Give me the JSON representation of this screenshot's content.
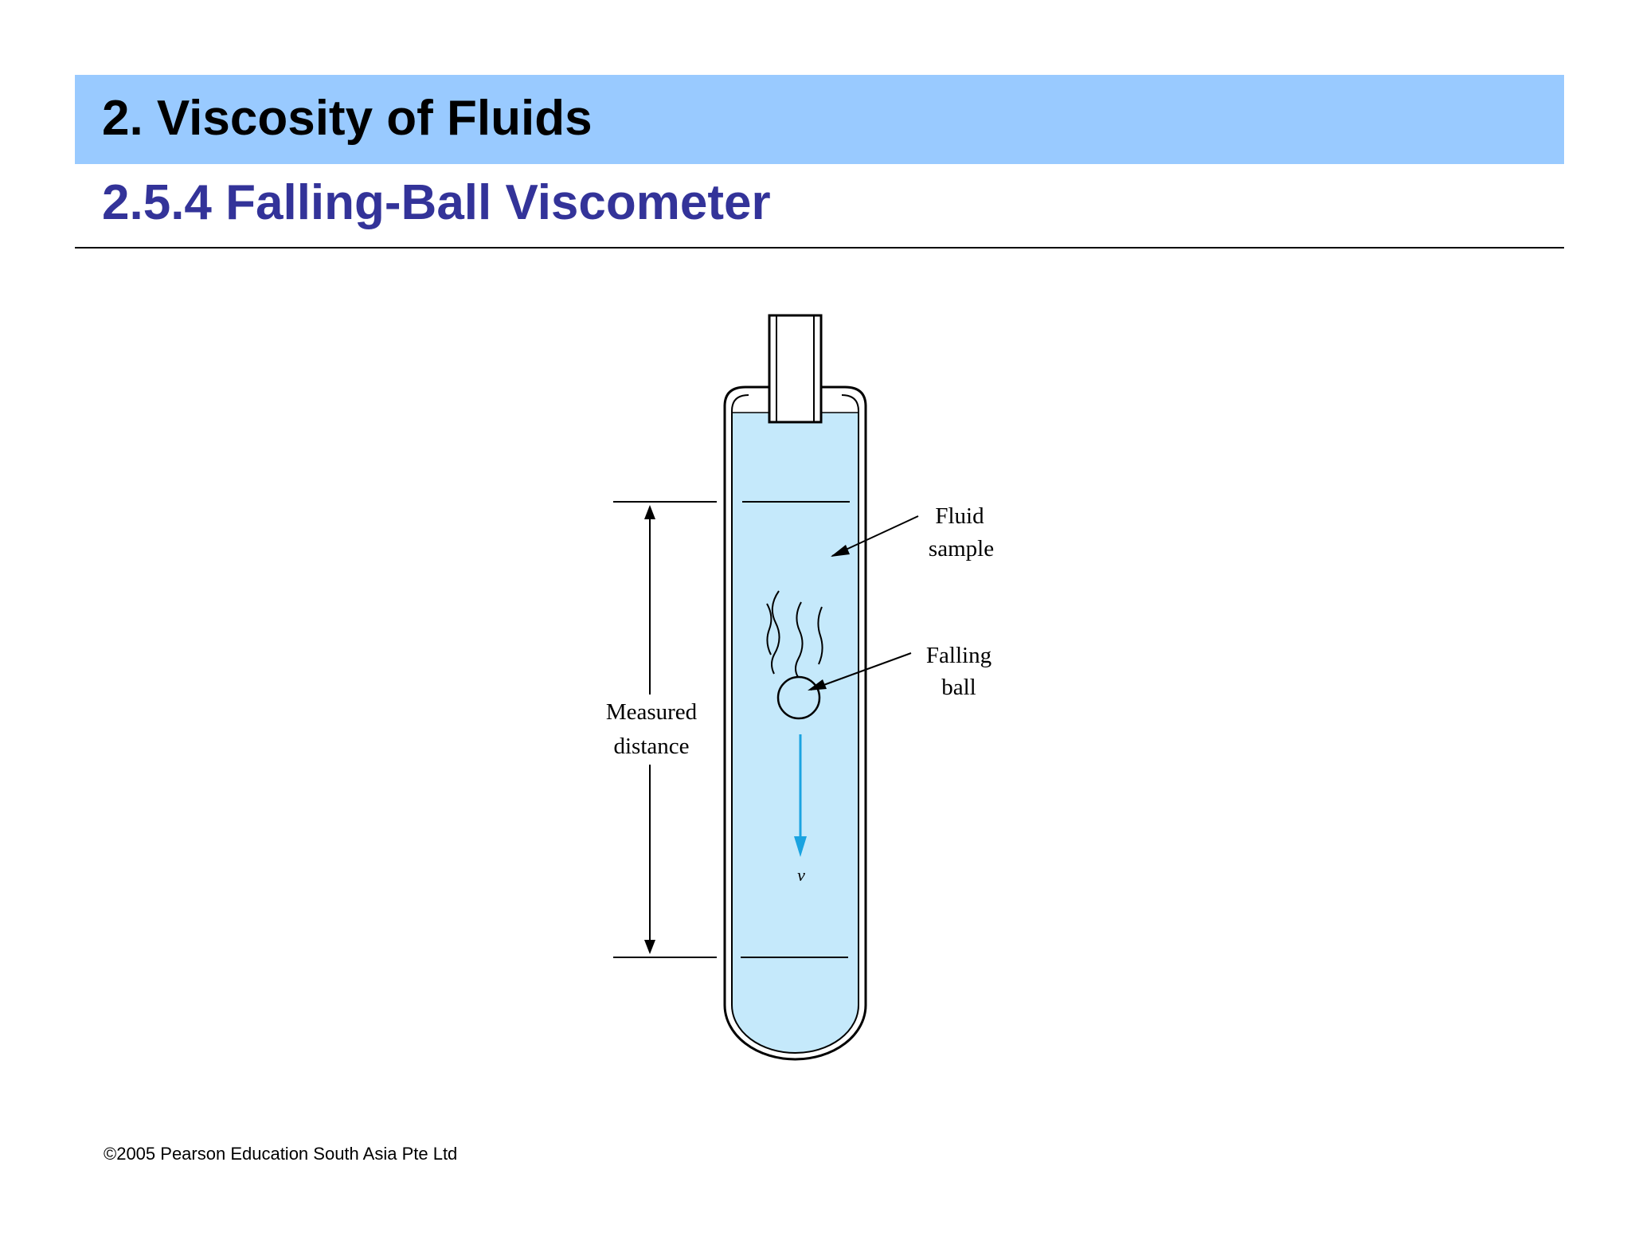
{
  "slide": {
    "title": "2. Viscosity of Fluids",
    "subtitle": "2.5.4 Falling-Ball Viscometer",
    "header_color": "#99caff",
    "subtitle_color": "#333399"
  },
  "diagram": {
    "fluid_color": "#c5e9fb",
    "arrow_color": "#1aa3e0",
    "labels": {
      "fluid_line1": "Fluid",
      "fluid_line2": "sample",
      "ball_line1": "Falling",
      "ball_line2": "ball",
      "distance_line1": "Measured",
      "distance_line2": "distance",
      "velocity": "v"
    }
  },
  "footer": {
    "copyright": "©2005 Pearson Education South Asia Pte Ltd"
  }
}
